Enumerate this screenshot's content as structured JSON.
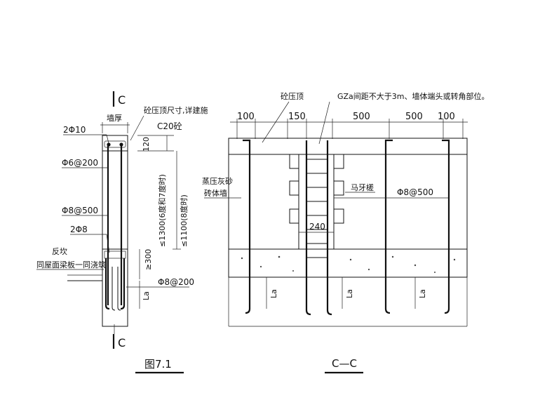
{
  "left_view": {
    "section_mark_top": "C",
    "section_mark_bottom": "C",
    "wall_thickness": "墙厚",
    "cap_note": "砼压顶尺寸,详建施",
    "cap_concrete": "C20砼",
    "cap_height": "120",
    "rebar_top": "2Φ10",
    "stirrup_cap": "Φ6@200",
    "rebar_tie": "Φ8@500",
    "rebar_bottom": "2Φ8",
    "flip_block": "反坎",
    "flip_block_note": "同屋面梁板一同浇筑",
    "height_limit_1": "≤1300(6度和7度时)",
    "height_limit_2": "≤1100(8度时)",
    "min_height": "≥300",
    "stirrup_bottom": "Φ8@200",
    "anchor_length": "La",
    "caption": "图7.1"
  },
  "right_view": {
    "dims": [
      "100",
      "150",
      "500",
      "500",
      "100"
    ],
    "cap_label": "砼压顶",
    "gz_note": "GZa间距不大于3m、墙体端头或转角部位。",
    "wall_label_1": "蒸压灰砂",
    "wall_label_2": "砖体墙",
    "toothing_label": "马牙槎",
    "rebar_tie": "Φ8@500",
    "column_width": "240",
    "anchor_length": "La",
    "caption": "C—C"
  }
}
